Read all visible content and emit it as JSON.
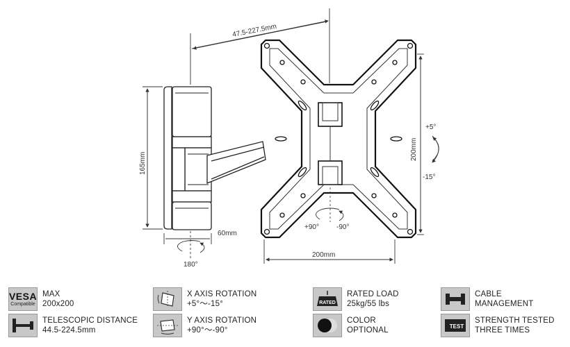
{
  "dimensions": {
    "telescopic": "47.5-227.5mm",
    "height_arm": "165mm",
    "height_plate": "200mm",
    "width_plate": "200mm",
    "arm_width": "60mm",
    "swivel": "180°",
    "tilt_up": "+5°",
    "tilt_down": "-15°",
    "rot_pos": "+90°",
    "rot_neg": "-90°"
  },
  "specs": [
    {
      "icon": "vesa-icon",
      "badge": "VESA",
      "badge_sub": "Compatible",
      "line1": "MAX",
      "line2": "200x200"
    },
    {
      "icon": "x-axis-rotation-icon",
      "line1": "X AXIS ROTATION",
      "line2": "+5°～-15°"
    },
    {
      "icon": "rated-load-icon",
      "badge": "RATED",
      "line1": "RATED LOAD",
      "line2": "25kg/55 lbs"
    },
    {
      "icon": "cable-management-icon",
      "line1": "CABLE",
      "line2": "MANAGEMENT"
    },
    {
      "icon": "telescopic-distance-icon",
      "line1": "TELESCOPIC DISTANCE",
      "line2": "44.5-224.5mm"
    },
    {
      "icon": "y-axis-rotation-icon",
      "line1": "Y AXIS ROTATION",
      "line2": "+90°～-90°"
    },
    {
      "icon": "color-icon",
      "line1": "COLOR",
      "line2": "OPTIONAL"
    },
    {
      "icon": "strength-test-icon",
      "badge": "TEST",
      "line1": "STRENGTH TESTED",
      "line2": "THREE TIMES"
    }
  ]
}
